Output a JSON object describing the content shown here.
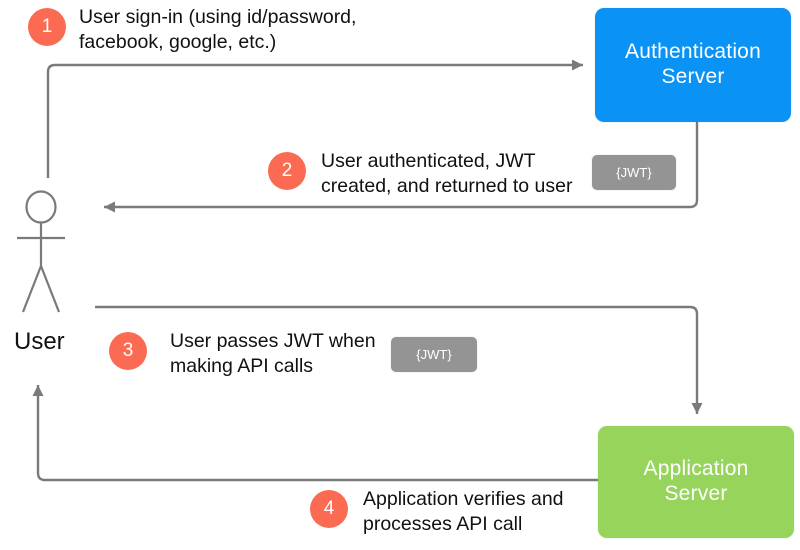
{
  "diagram": {
    "title_nodes": {
      "auth_server": "Authentication\nServer",
      "app_server": "Application\nServer"
    },
    "actor": {
      "label": "User",
      "icon": "stick-figure-icon"
    },
    "steps": [
      {
        "number": "1",
        "text": "User sign-in (using id/password,\nfacebook, google, etc.)"
      },
      {
        "number": "2",
        "text": "User authenticated, JWT\ncreated, and returned to user"
      },
      {
        "number": "3",
        "text": "User passes JWT when\nmaking API calls"
      },
      {
        "number": "4",
        "text": "Application verifies and\nprocesses API call"
      }
    ],
    "badges": [
      {
        "id": "jwt-2",
        "label": "{JWT}"
      },
      {
        "id": "jwt-3",
        "label": "{JWT}"
      }
    ],
    "colors": {
      "step_bullet": "#fb6a52",
      "auth_server": "#0a93f5",
      "app_server": "#97d45c",
      "badge": "#949494",
      "connector": "#7a7a7a",
      "text": "#111111"
    }
  }
}
